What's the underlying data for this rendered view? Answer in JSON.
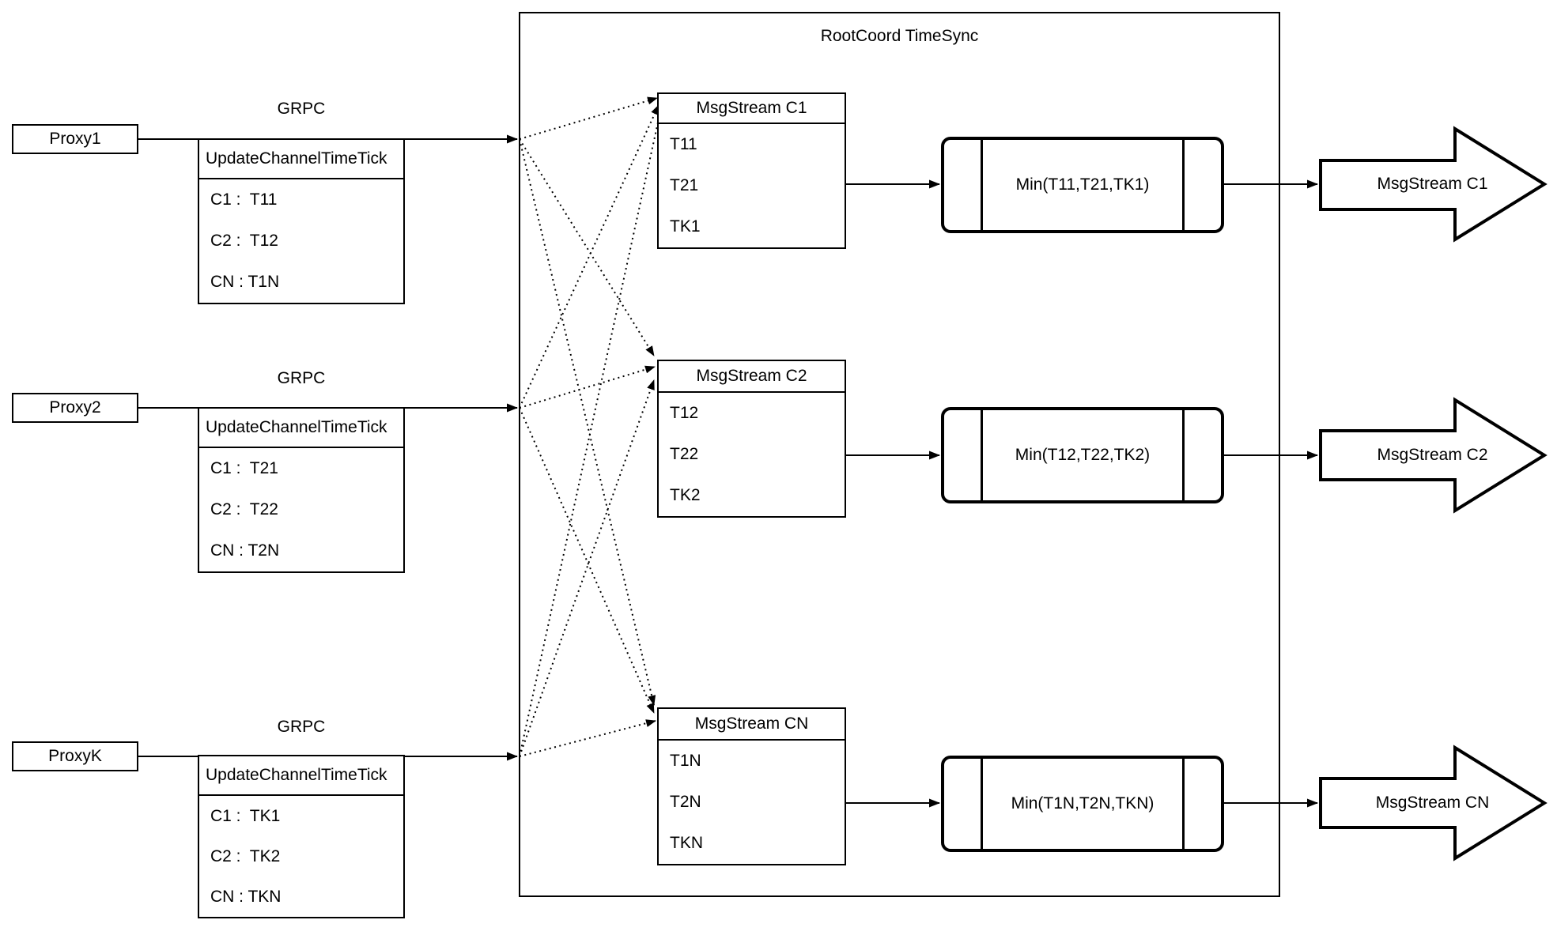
{
  "root": {
    "title": "RootCoord TimeSync"
  },
  "proxies": [
    {
      "name": "Proxy1",
      "protocol": "GRPC",
      "table_title": "UpdateChannelTimeTick",
      "entries": [
        "C1 :  T11",
        "C2 :  T12",
        "CN : T1N"
      ]
    },
    {
      "name": "Proxy2",
      "protocol": "GRPC",
      "table_title": "UpdateChannelTimeTick",
      "entries": [
        "C1 :  T21",
        "C2 :  T22",
        "CN : T2N"
      ]
    },
    {
      "name": "ProxyK",
      "protocol": "GRPC",
      "table_title": "UpdateChannelTimeTick",
      "entries": [
        "C1 :  TK1",
        "C2 :  TK2",
        "CN : TKN"
      ]
    }
  ],
  "streams": [
    {
      "title": "MsgStream C1",
      "ticks": [
        "T11",
        "T21",
        "TK1"
      ],
      "min_label": "Min(T11,T21,TK1)",
      "output_label": "MsgStream C1"
    },
    {
      "title": "MsgStream C2",
      "ticks": [
        "T12",
        "T22",
        "TK2"
      ],
      "min_label": "Min(T12,T22,TK2)",
      "output_label": "MsgStream C2"
    },
    {
      "title": "MsgStream CN",
      "ticks": [
        "T1N",
        "T2N",
        "TKN"
      ],
      "min_label": "Min(T1N,T2N,TKN)",
      "output_label": "MsgStream CN"
    }
  ],
  "colors": {
    "stroke": "#000000",
    "background": "#ffffff"
  }
}
